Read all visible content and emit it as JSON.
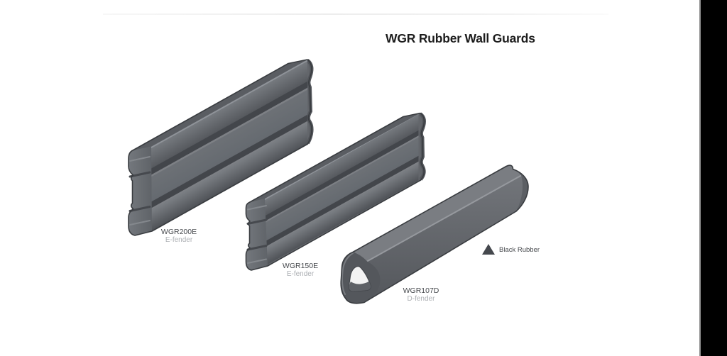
{
  "page": {
    "title": "WGR Rubber Wall Guards"
  },
  "products": [
    {
      "id": "wgr200e",
      "model": "WGR200E",
      "type": "E-fender"
    },
    {
      "id": "wgr150e",
      "model": "WGR150E",
      "type": "E-fender"
    },
    {
      "id": "wgr107d",
      "model": "WGR107D",
      "type": "D-fender"
    }
  ],
  "legend": {
    "label": "Black Rubber",
    "swatch_color": "#45484d"
  },
  "colors": {
    "rubber_face": "#6b6f74",
    "rubber_top": "#5a5d62",
    "rubber_dark_groove": "#43464b",
    "rubber_highlight": "#8f9399",
    "rubber_end_face": "#6f7378",
    "hollow_core": "#f3f3f3",
    "outline": "#393c40",
    "title_text": "#1c1c1c",
    "scan_strip": "#000000"
  }
}
